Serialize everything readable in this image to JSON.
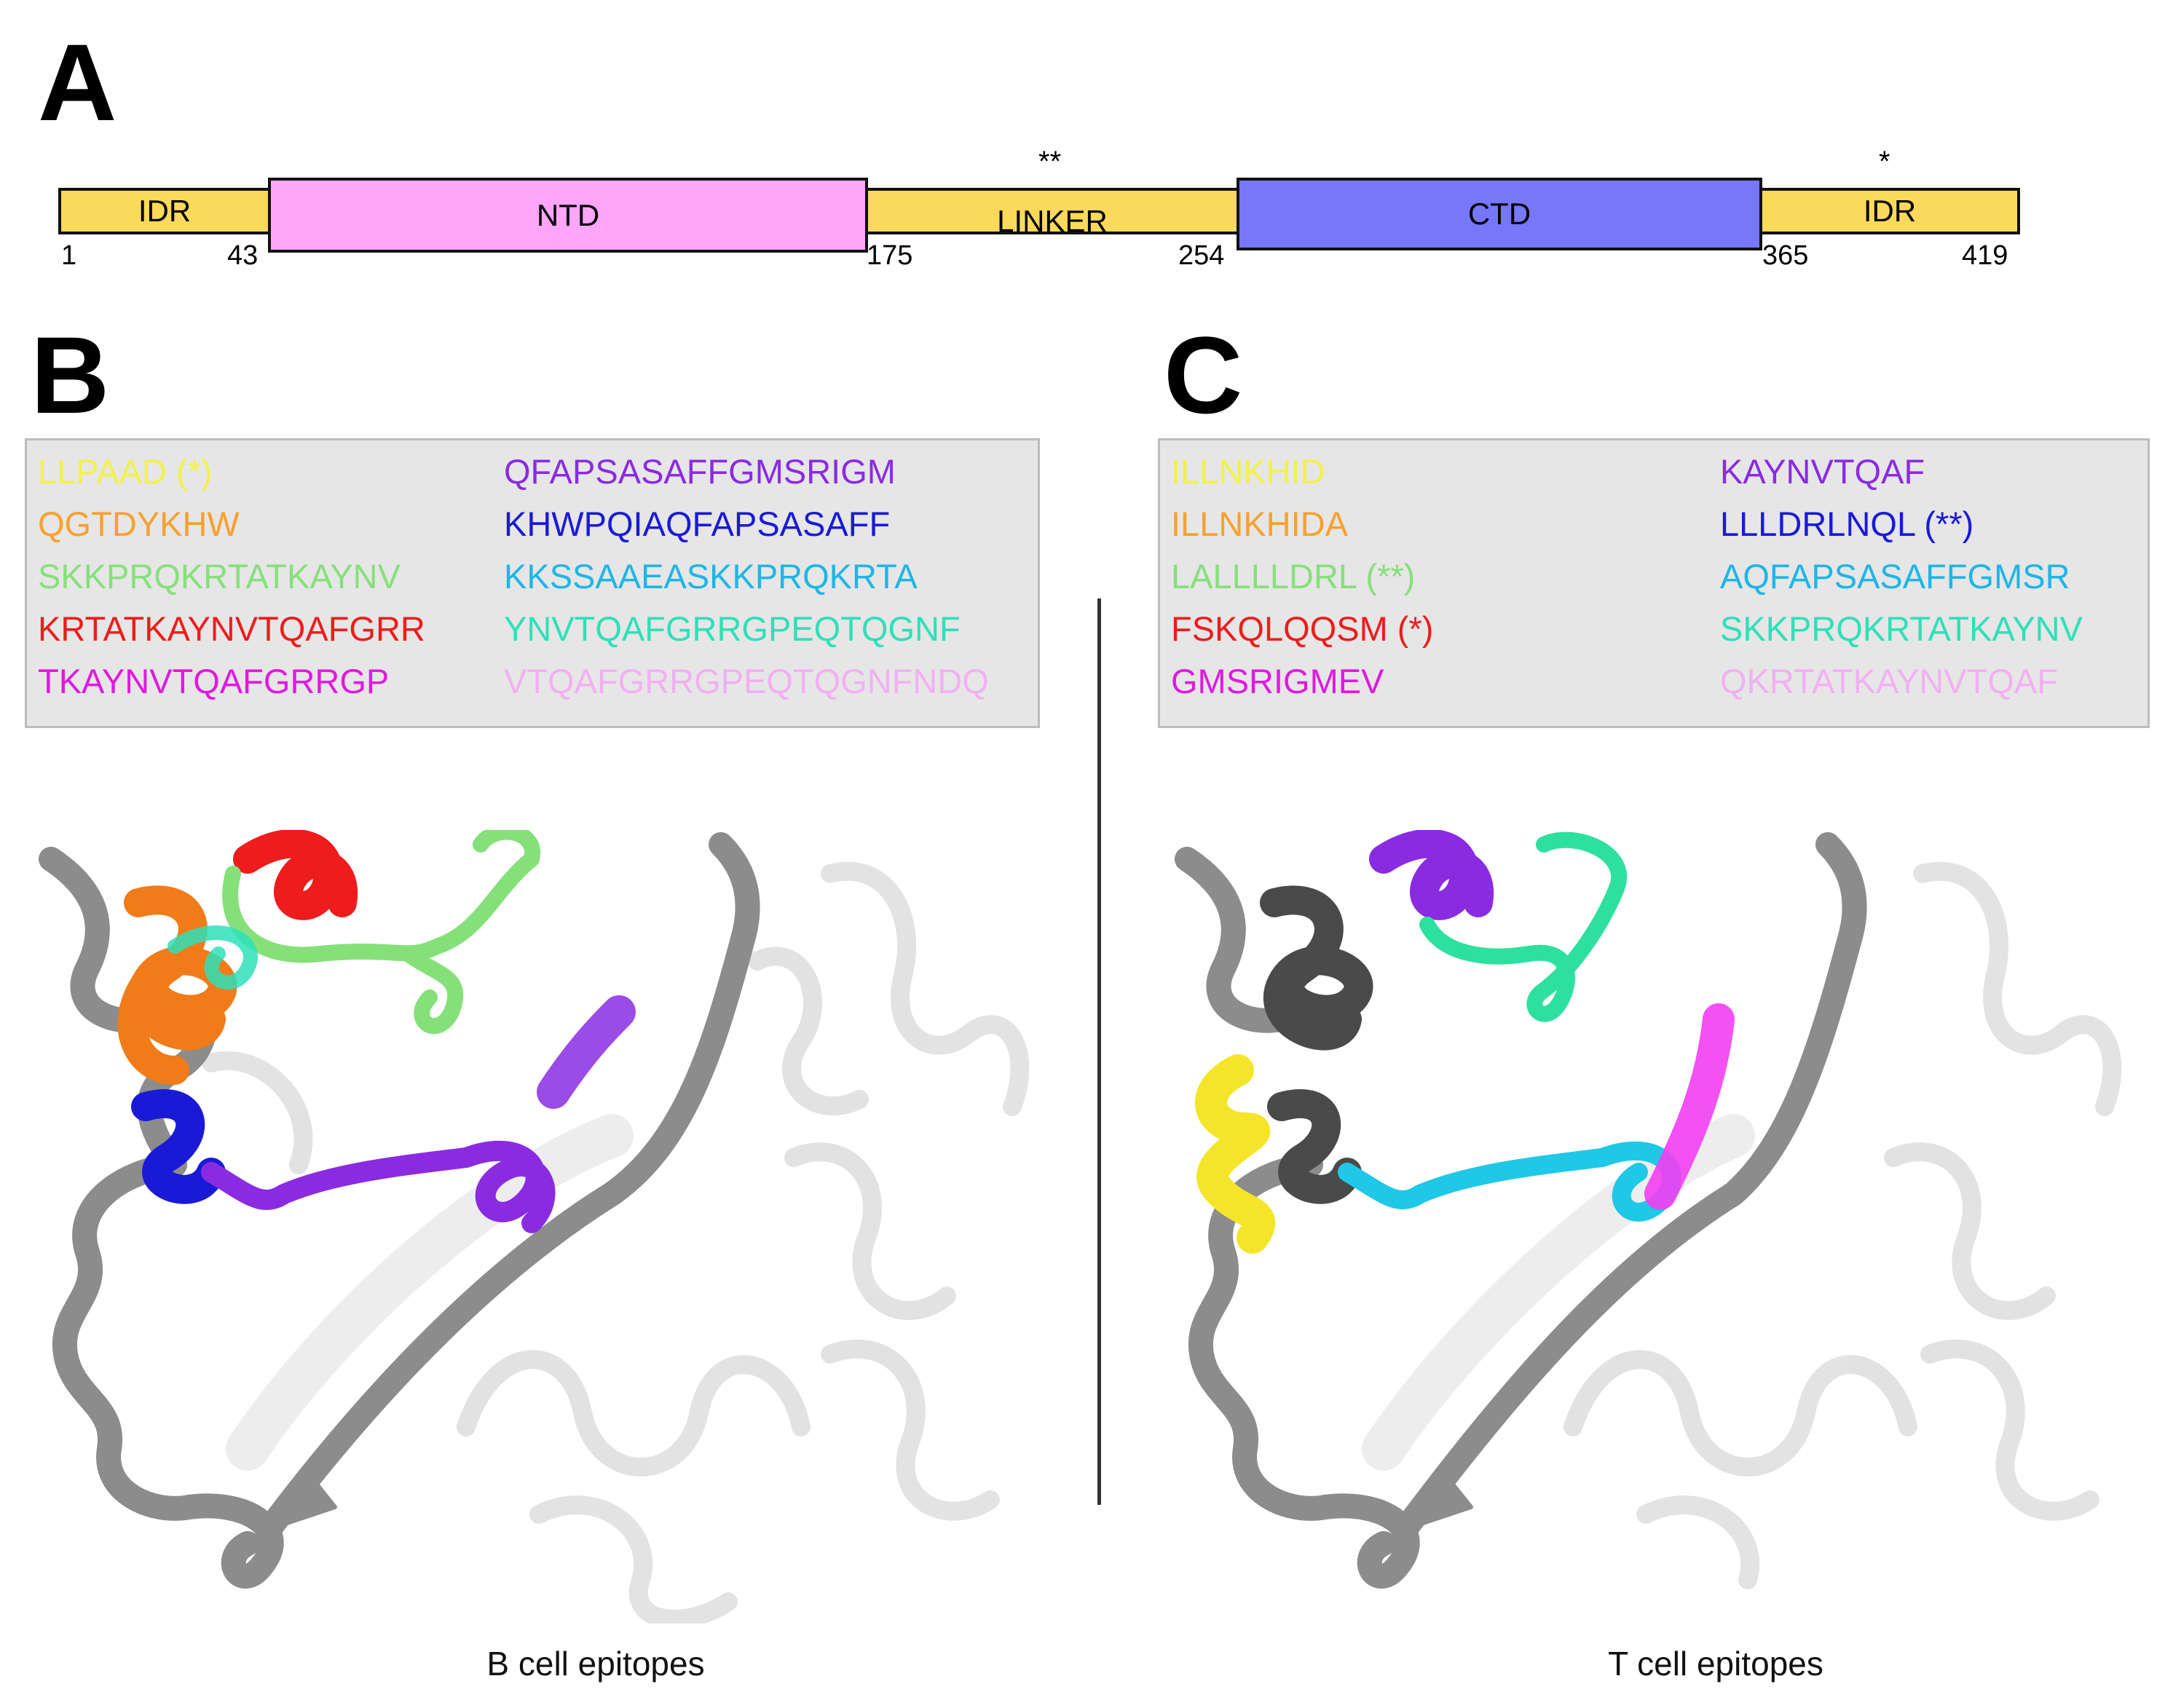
{
  "panels": {
    "a": "A",
    "b": "B",
    "c": "C"
  },
  "domains": [
    {
      "label": "IDR",
      "color": "#fbd95b"
    },
    {
      "label": "NTD",
      "color": "#ffa6fb"
    },
    {
      "label": "LINKER",
      "color": "#fbd95b"
    },
    {
      "label": "CTD",
      "color": "#7777fa"
    },
    {
      "label": "IDR",
      "color": "#fbd95b"
    }
  ],
  "positions": [
    "1",
    "43",
    "175",
    "254",
    "365",
    "419"
  ],
  "stars": {
    "linker": "**",
    "idr_c": "*"
  },
  "b_epitopes": [
    {
      "text": "LLPAAD (*)",
      "color": "#f2f24a"
    },
    {
      "text": "QGTDYKHW",
      "color": "#f7a12e"
    },
    {
      "text": "SKKPRQKRTATKAYNV",
      "color": "#86e07a"
    },
    {
      "text": "KRTATKAYNVTQAFGRR",
      "color": "#ee1c1c"
    },
    {
      "text": "TKAYNVTQAFGRRGP",
      "color": "#e019e0"
    },
    {
      "text": "QFAPSASAFFGMSRIGM",
      "color": "#8a2be2"
    },
    {
      "text": "KHWPQIAQFAPSASAFF",
      "color": "#1a1ad6"
    },
    {
      "text": "KKSSAAEASKKPRQKRTA",
      "color": "#1eb6e6"
    },
    {
      "text": "YNVTQAFGRRGPEQTQGNF",
      "color": "#2ee0b8"
    },
    {
      "text": "VTQAFGRRGPEQTQGNFNDQ",
      "color": "#f2b0f2"
    }
  ],
  "t_epitopes": [
    {
      "text": "ILLNKHID",
      "color": "#f2f24a"
    },
    {
      "text": "ILLNKHIDA",
      "color": "#f7a12e"
    },
    {
      "text": "LALLLLDRL (**)",
      "color": "#86e07a"
    },
    {
      "text": "FSKQLQQSM (*)",
      "color": "#ee1c1c"
    },
    {
      "text": "GMSRIGMEV",
      "color": "#e019e0"
    },
    {
      "text": "KAYNVTQAF",
      "color": "#8a2be2"
    },
    {
      "text": "LLLDRLNQL (**)",
      "color": "#1a1ad6"
    },
    {
      "text": "AQFAPSASAFFGMSR",
      "color": "#1eb6e6"
    },
    {
      "text": "SKKPRQKRTATKAYNV",
      "color": "#2ee0b8"
    },
    {
      "text": "QKRTATKAYNVTQAF",
      "color": "#f2b0f2"
    }
  ],
  "captions": {
    "b": "B cell epitopes",
    "c": "T cell epitopes"
  }
}
